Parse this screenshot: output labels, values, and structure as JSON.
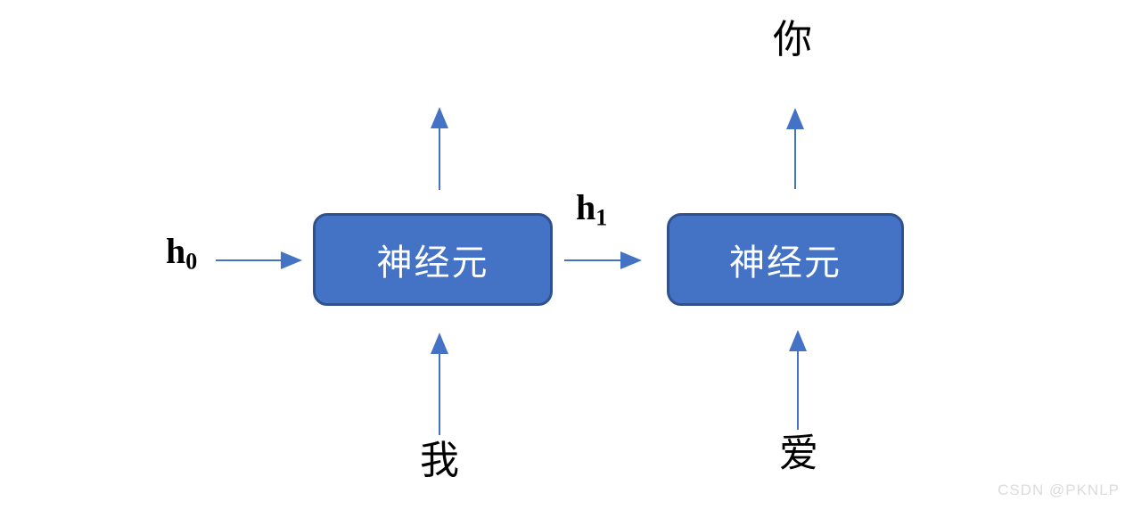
{
  "diagram": {
    "nodes": [
      {
        "id": "neuron-1",
        "label": "神经元"
      },
      {
        "id": "neuron-2",
        "label": "神经元"
      }
    ],
    "hidden_states": [
      {
        "base": "h",
        "sub": "0"
      },
      {
        "base": "h",
        "sub": "1"
      }
    ],
    "inputs": [
      "我",
      "爱"
    ],
    "output": "你",
    "colors": {
      "node_fill": "#4472C4",
      "node_border": "#2F528F",
      "arrow": "#4472C4",
      "node_text": "#ffffff",
      "label_text": "#000000",
      "watermark_text": "#dcdcdc"
    }
  },
  "watermark": "CSDN @PKNLP"
}
